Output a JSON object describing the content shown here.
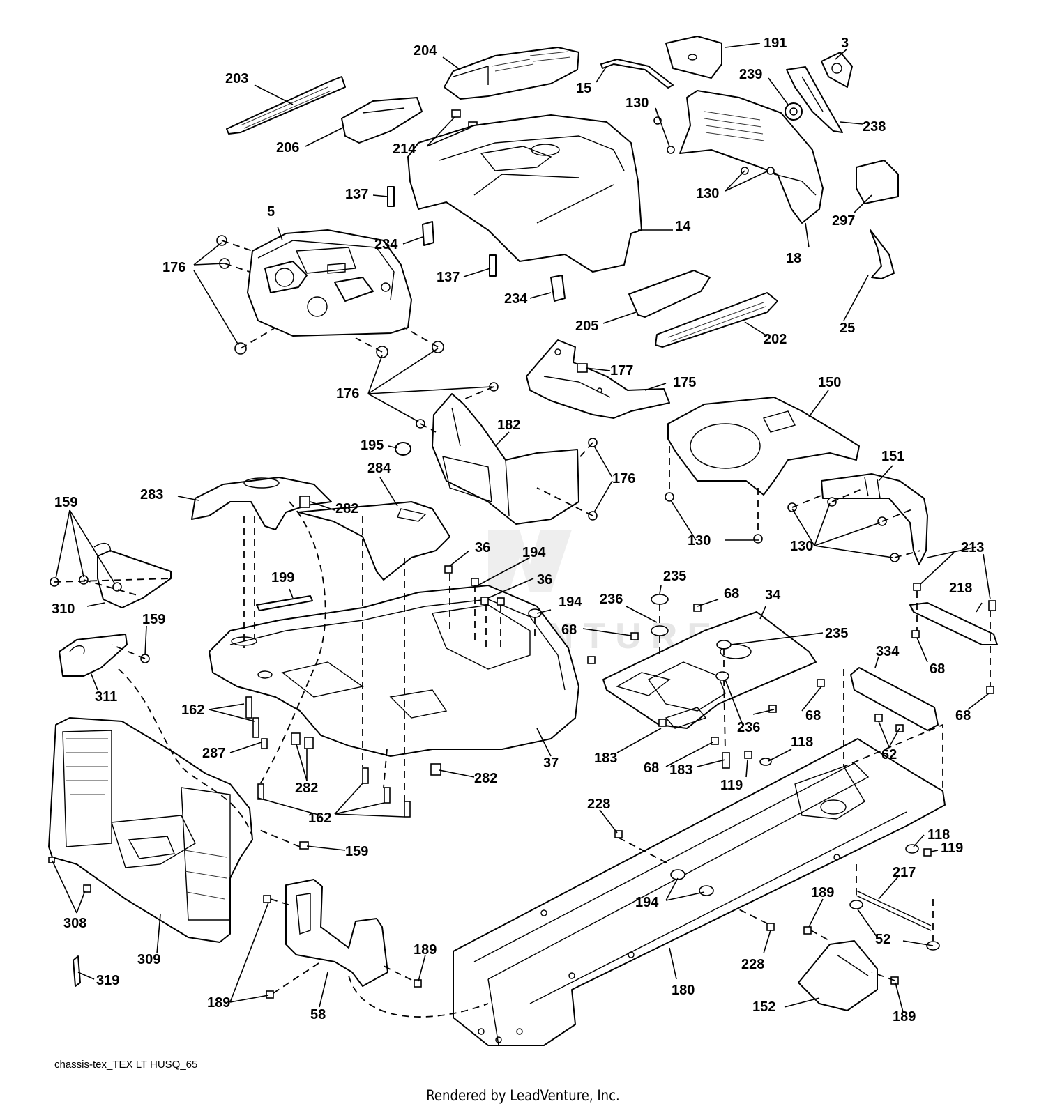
{
  "watermark": "LEADVENTURE",
  "diagram_id": "chassis-tex_TEX LT HUSQ_65",
  "credit": "Rendered by LeadVenture, Inc.",
  "callouts": {
    "c203": "203",
    "c204": "204",
    "c191": "191",
    "c3": "3",
    "c15": "15",
    "c239": "239",
    "c130a": "130",
    "c238": "238",
    "c206": "206",
    "c214": "214",
    "c137a": "137",
    "c130b": "130",
    "c297": "297",
    "c5": "5",
    "c14": "14",
    "c234a": "234",
    "c18": "18",
    "c176a": "176",
    "c137b": "137",
    "c234b": "234",
    "c205": "205",
    "c25": "25",
    "c202": "202",
    "c177": "177",
    "c175": "175",
    "c150": "150",
    "c176b": "176",
    "c182": "182",
    "c195": "195",
    "c151": "151",
    "c176c": "176",
    "c283": "283",
    "c284": "284",
    "c159a": "159",
    "c282a": "282",
    "c130c": "130",
    "c130d": "130",
    "c36a": "36",
    "c213": "213",
    "c194a": "194",
    "c36b": "36",
    "c235a": "235",
    "c199": "199",
    "c236a": "236",
    "c68a": "68",
    "c34": "34",
    "c218": "218",
    "c310": "310",
    "c194b": "194",
    "c159b": "159",
    "c68b": "68",
    "c235b": "235",
    "c334": "334",
    "c68c": "68",
    "c311": "311",
    "c68d": "68",
    "c162a": "162",
    "c68e": "68",
    "c236b": "236",
    "c287": "287",
    "c62": "62",
    "c118a": "118",
    "c37": "37",
    "c183a": "183",
    "c68f": "68",
    "c183b": "183",
    "c282b": "282",
    "c119a": "119",
    "c282c": "282",
    "c228a": "228",
    "c162b": "162",
    "c118b": "118",
    "c159c": "159",
    "c119b": "119",
    "c217": "217",
    "c308": "308",
    "c194c": "194",
    "c189a": "189",
    "c189b": "189",
    "c52": "52",
    "c309": "309",
    "c228b": "228",
    "c319": "319",
    "c189c": "189",
    "c180": "180",
    "c58": "58",
    "c152": "152",
    "c189d": "189"
  }
}
